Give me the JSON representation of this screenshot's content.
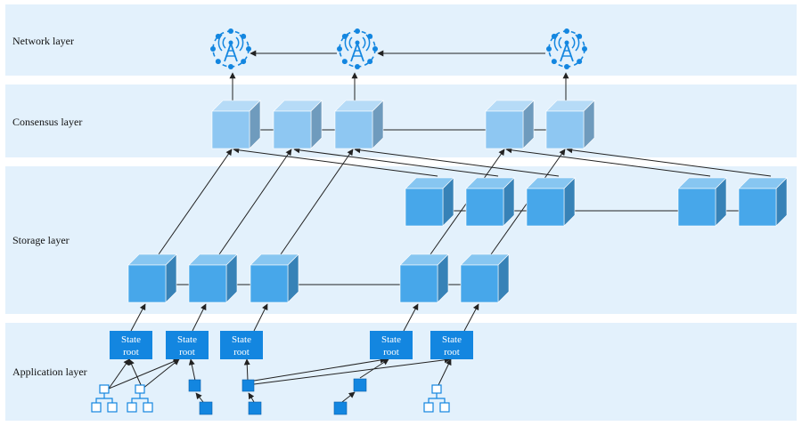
{
  "layers": [
    {
      "id": "network",
      "label": "Network layer"
    },
    {
      "id": "consensus",
      "label": "Consensus layer"
    },
    {
      "id": "storage",
      "label": "Storage layer"
    },
    {
      "id": "application",
      "label": "Application layer"
    }
  ],
  "state_root": {
    "line1": "State",
    "line2": "root"
  },
  "colors": {
    "layer_bg": "#e3f1fc",
    "consensus_block": "#8ec7f2",
    "storage_block": "#47a7ea",
    "state_root": "#1386e0",
    "node_icon": "#1386e0"
  },
  "icons": {
    "network_node": "antenna-tower-icon",
    "tree": "tree-structure-icon",
    "square": "data-square-icon"
  }
}
